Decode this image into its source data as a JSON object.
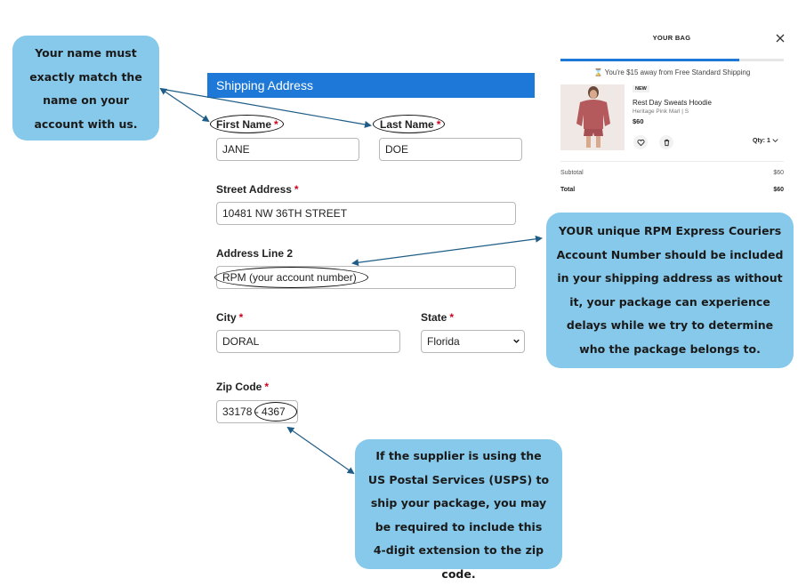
{
  "callouts": {
    "name_match": "Your name must exactly match the name on your account with us.",
    "account_number": "YOUR unique RPM Express Couriers Account Number should be included in your shipping address as without it, your package can experience delays while we try to determine who the package belongs to.",
    "zip_extension": "If the supplier is using the US Postal Services (USPS) to ship your package, you may be required to include this 4-digit extension to the zip code."
  },
  "form": {
    "header": "Shipping Address",
    "required_mark": "*",
    "first_name": {
      "label": "First Name",
      "value": "JANE"
    },
    "last_name": {
      "label": "Last Name",
      "value": "DOE"
    },
    "street": {
      "label": "Street Address",
      "value": "10481 NW 36TH STREET"
    },
    "address2": {
      "label": "Address Line 2",
      "value": "RPM (your account number)"
    },
    "city": {
      "label": "City",
      "value": "DORAL"
    },
    "state": {
      "label": "State",
      "value": "Florida"
    },
    "zip": {
      "label": "Zip Code",
      "value": "33178 - 4367"
    }
  },
  "bag": {
    "title": "YOUR BAG",
    "shipping_progress": 0.8,
    "shipping_message": "⌛ You're $15 away from Free Standard Shipping",
    "item": {
      "badge": "NEW",
      "name": "Rest Day Sweats Hoodie",
      "variant": "Heritage Pink Marl | S",
      "price": "$60",
      "qty": "Qty: 1"
    },
    "subtotal_label": "Subtotal",
    "subtotal_value": "$60",
    "total_label": "Total",
    "total_value": "$60"
  },
  "colors": {
    "callout_bg": "#87c9ea",
    "header_blue": "#1e78d7",
    "arrow": "#1f5d86",
    "required": "#d0021b"
  }
}
